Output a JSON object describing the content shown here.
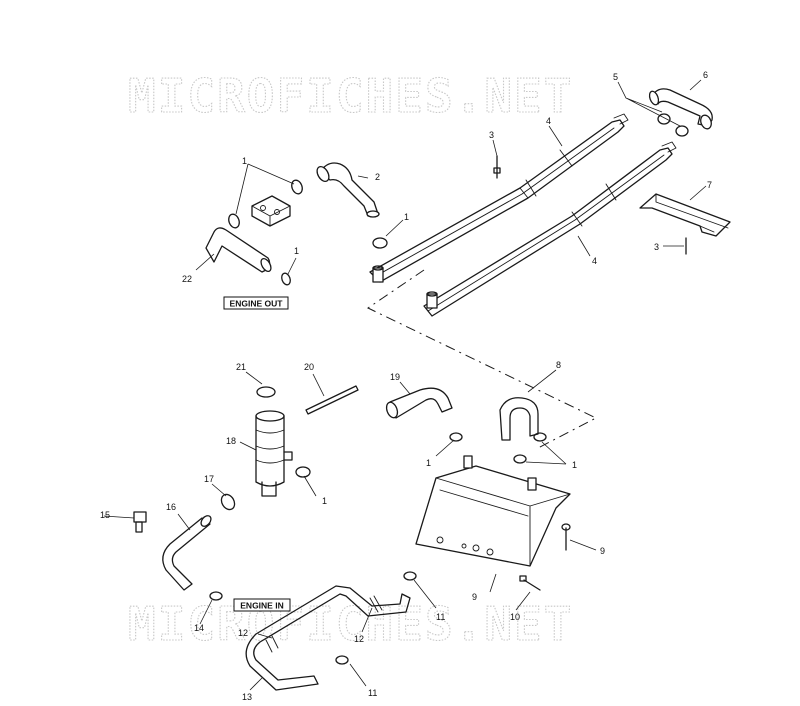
{
  "watermark": "MICROFICHES.NET",
  "labels": {
    "engine_out": "ENGINE OUT",
    "engine_in": "ENGINE IN"
  },
  "callouts": {
    "c1a": "1",
    "c1b": "1",
    "c1c": "1",
    "c1d": "1",
    "c1e": "1",
    "c1f": "1",
    "c2": "2",
    "c3a": "3",
    "c3b": "3",
    "c4a": "4",
    "c4b": "4",
    "c5": "5",
    "c6": "6",
    "c7": "7",
    "c8": "8",
    "c9a": "9",
    "c9b": "9",
    "c10": "10",
    "c11a": "11",
    "c11b": "11",
    "c12a": "12",
    "c12b": "12",
    "c13": "13",
    "c14": "14",
    "c15": "15",
    "c16": "16",
    "c17": "17",
    "c18": "18",
    "c19": "19",
    "c20": "20",
    "c21": "21",
    "c22": "22"
  }
}
